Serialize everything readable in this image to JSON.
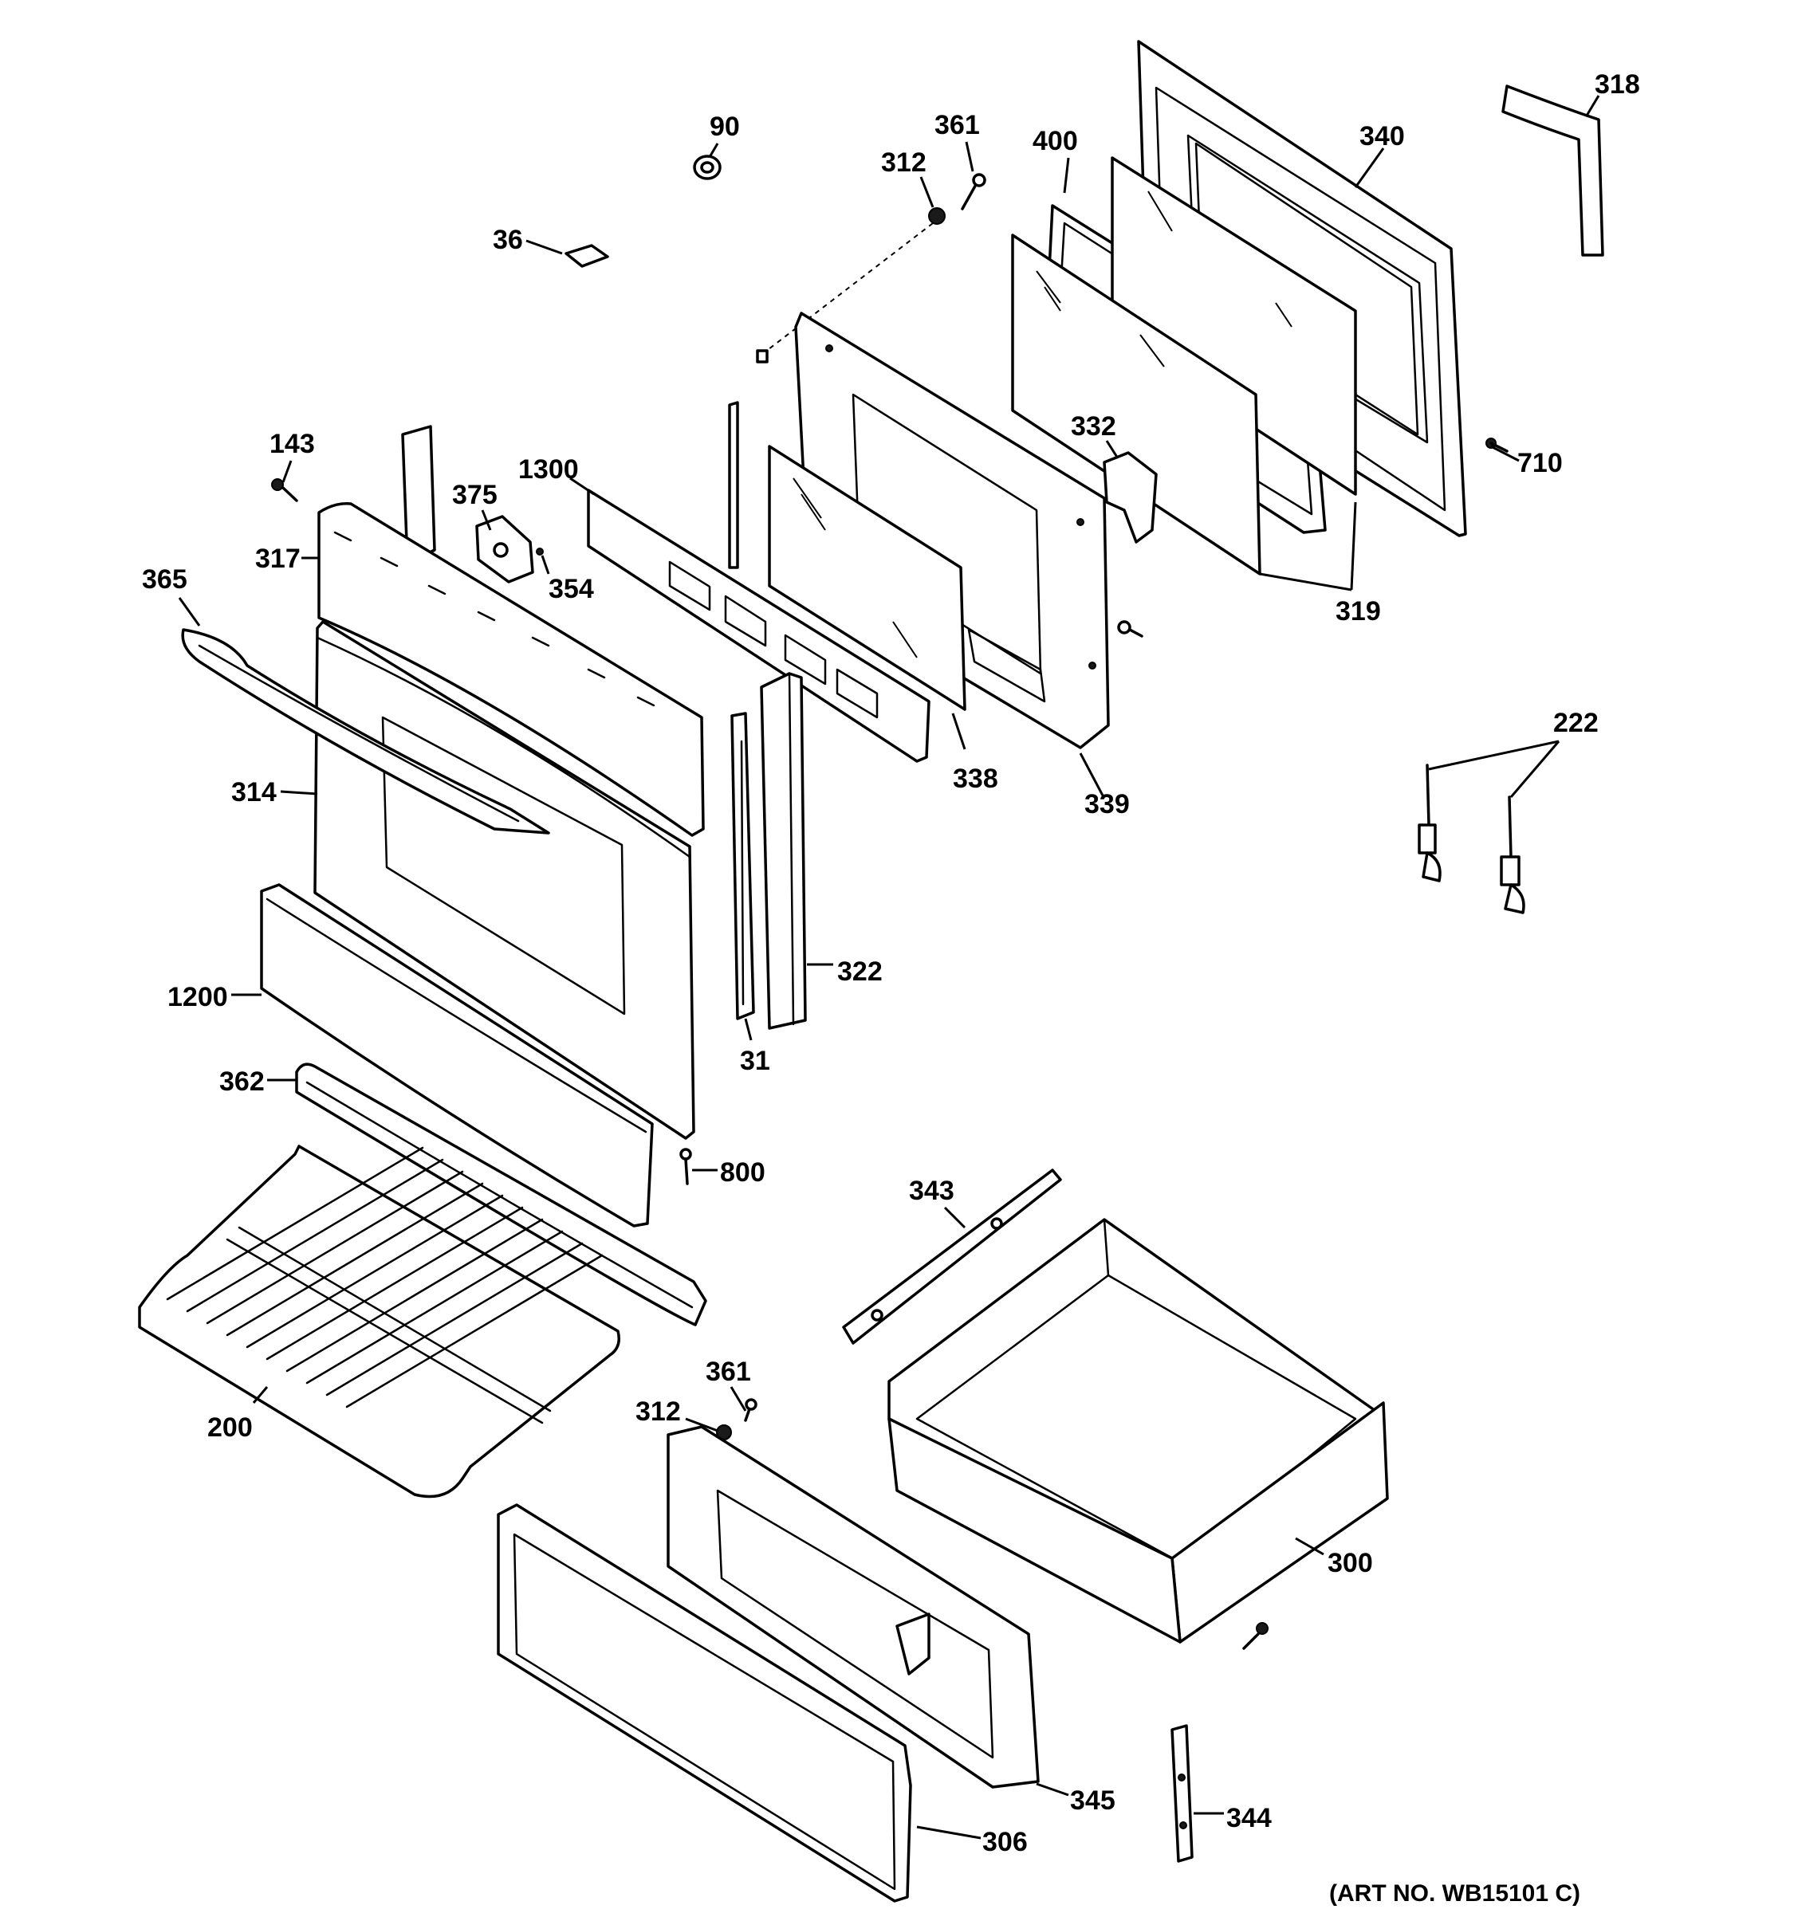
{
  "callouts": {
    "c90": "90",
    "c361_top": "361",
    "c312_top": "312",
    "c400": "400",
    "c340": "340",
    "c318": "318",
    "c36": "36",
    "c143": "143",
    "c1300": "1300",
    "c375": "375",
    "c317": "317",
    "c354": "354",
    "c365": "365",
    "c332": "332",
    "c710": "710",
    "c319": "319",
    "c314": "314",
    "c338": "338",
    "c339": "339",
    "c222": "222",
    "c322": "322",
    "c1200": "1200",
    "c31": "31",
    "c362": "362",
    "c800": "800",
    "c343": "343",
    "c361_bottom": "361",
    "c312_bottom": "312",
    "c200": "200",
    "c300": "300",
    "c345": "345",
    "c344": "344",
    "c306": "306"
  },
  "art_number": "(ART NO. WB15101 C)"
}
